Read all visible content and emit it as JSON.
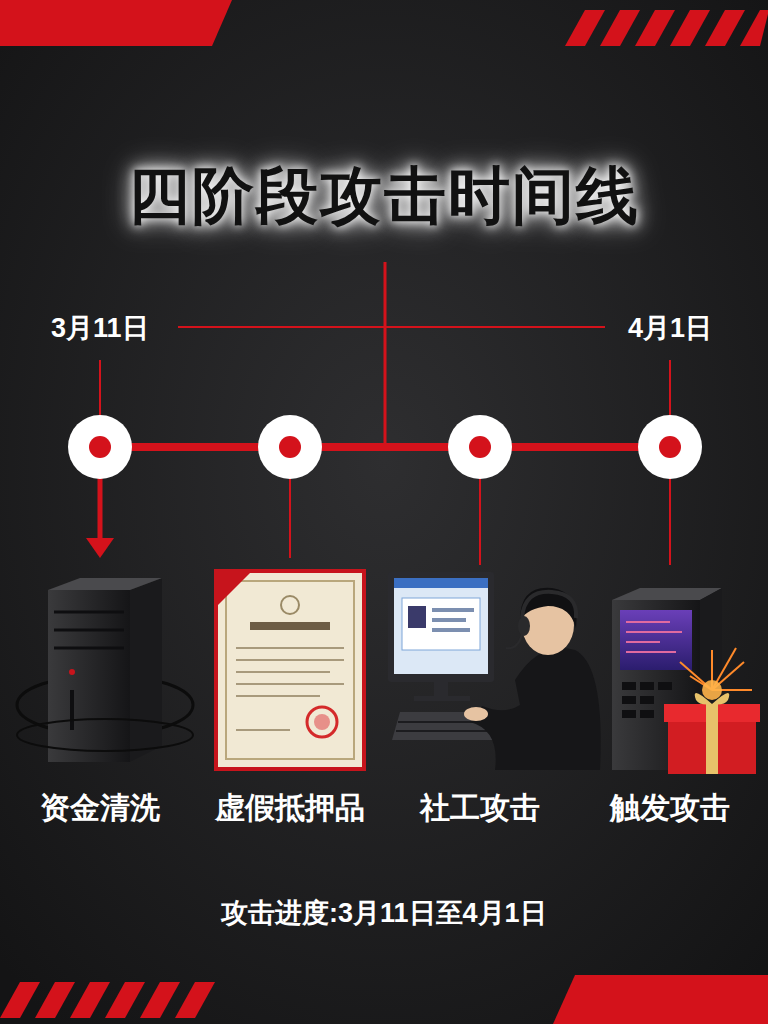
{
  "diagram": {
    "title": "四阶段攻击时间线",
    "caption": "攻击进度:3月11日至4月1日",
    "nodes": [
      {
        "text": [
          "资金清洗"
        ]
      },
      {
        "text": [
          "虚假抵押品"
        ]
      },
      {
        "text": [
          "社工攻击"
        ]
      },
      {
        "text": [
          "触发攻击"
        ]
      }
    ],
    "labels": [
      "3月11日",
      "4月1日"
    ]
  }
}
